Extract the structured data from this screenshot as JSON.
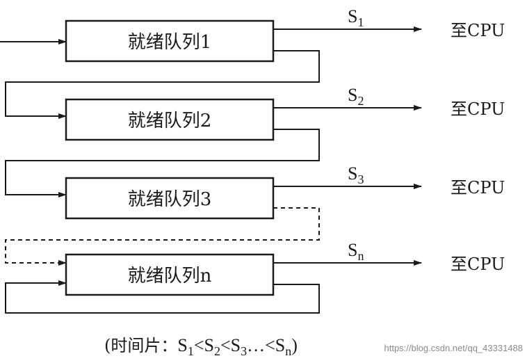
{
  "queues": [
    {
      "label": "就绪队列1",
      "slice": "S",
      "slice_sub": "1",
      "dest": "至CPU"
    },
    {
      "label": "就绪队列2",
      "slice": "S",
      "slice_sub": "2",
      "dest": "至CPU"
    },
    {
      "label": "就绪队列3",
      "slice": "S",
      "slice_sub": "3",
      "dest": "至CPU"
    },
    {
      "label": "就绪队列n",
      "slice": "S",
      "slice_sub": "n",
      "dest": "至CPU"
    }
  ],
  "caption": {
    "prefix": "(时间片：",
    "parts": [
      {
        "base": "S",
        "sub": "1",
        "sep": "<"
      },
      {
        "base": "S",
        "sub": "2",
        "sep": "<"
      },
      {
        "base": "S",
        "sub": "3",
        "sep": "…<"
      },
      {
        "base": "S",
        "sub": "n",
        "sep": ")"
      }
    ]
  },
  "watermark": "https://blog.csdn.net/qq_43331488"
}
